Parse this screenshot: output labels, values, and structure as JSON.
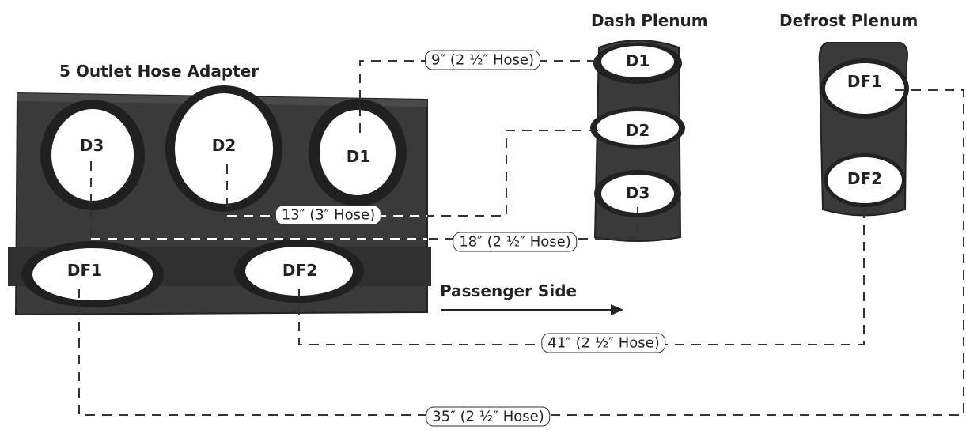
{
  "titles": {
    "adapter": "5 Outlet Hose Adapter",
    "dash": "Dash Plenum",
    "defrost": "Defrost Plenum",
    "direction": "Passenger Side"
  },
  "outlets": {
    "adapter_d3": "D3",
    "adapter_d2": "D2",
    "adapter_d1": "D1",
    "adapter_df1": "DF1",
    "adapter_df2": "DF2",
    "dash_d1": "D1",
    "dash_d2": "D2",
    "dash_d3": "D3",
    "defrost_df1": "DF1",
    "defrost_df2": "DF2"
  },
  "hoses": {
    "d1": "9″ (2 ½″ Hose)",
    "d2": "13″ (3″ Hose)",
    "d3": "18″ (2 ½″ Hose)",
    "df2": "41″ (2 ½″ Hose)",
    "df1": "35″ (2 ½″ Hose)"
  },
  "colors": {
    "plastic": "#3a3a3a",
    "plastic_dark": "#262626",
    "line": "#333333"
  }
}
